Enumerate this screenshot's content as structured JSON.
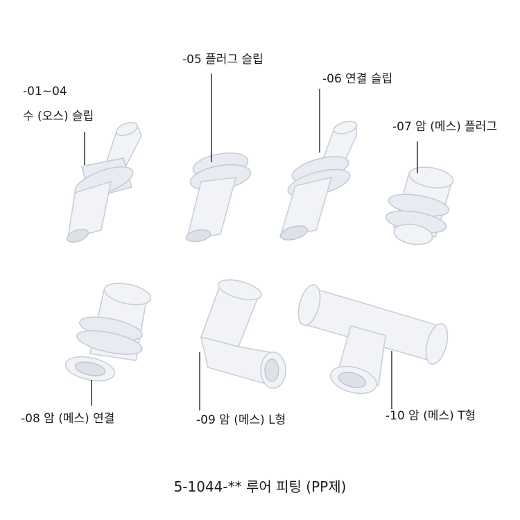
{
  "labels": {
    "p01_04_line1": "-01~04",
    "p01_04_line2": "수 (오스) 슬립",
    "p05": "-05 플러그 슬립",
    "p06": "-06 연결 슬립",
    "p07": "-07 암 (메스) 플러그",
    "p08": "-08 암 (메스) 연결",
    "p09": "-09 암 (메스) L형",
    "p10": "-10 암 (메스) T형"
  },
  "title": "5-1044-** 루어 피팅 (PP제)"
}
